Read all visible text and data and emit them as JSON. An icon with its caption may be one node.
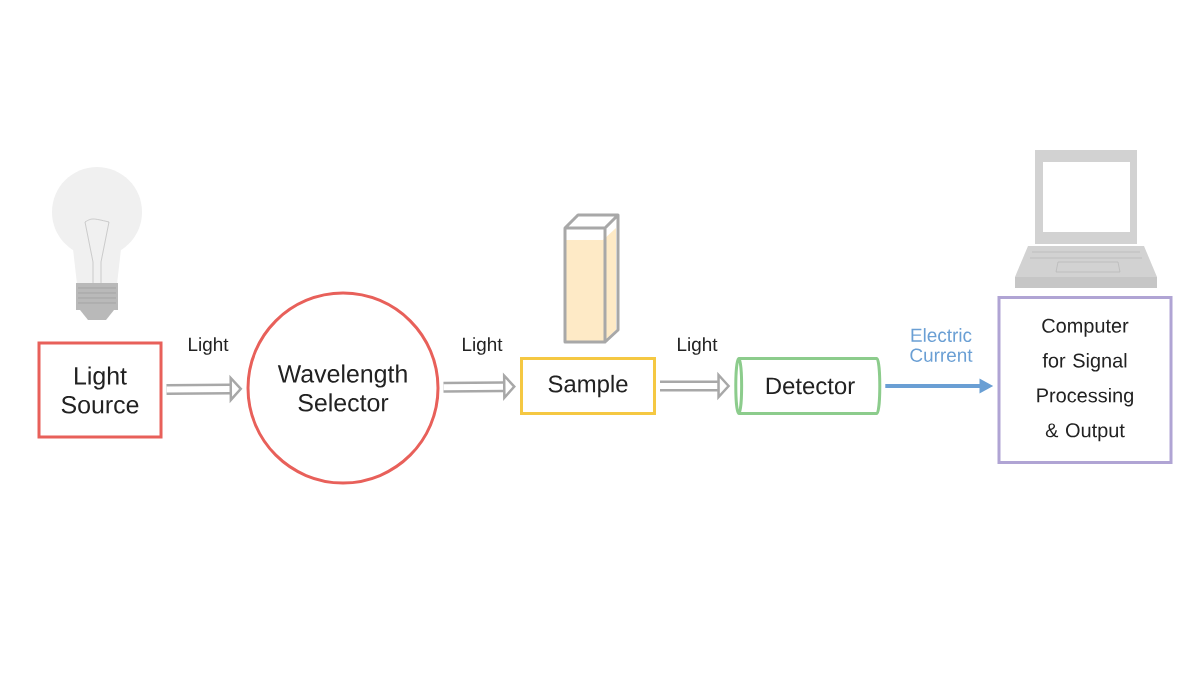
{
  "diagram": {
    "nodes": [
      {
        "text": [
          "Light Source"
        ]
      },
      {
        "text": [
          "Wavelength Selector"
        ]
      },
      {
        "text": [
          "Sample"
        ]
      },
      {
        "text": [
          "Detector"
        ]
      },
      {
        "text": [
          "Computer for Signal Processing & Output"
        ]
      }
    ],
    "edges": [
      {
        "from": 0,
        "to": 1,
        "arrow": "to",
        "label": "Light"
      },
      {
        "from": 1,
        "to": 2,
        "arrow": "to",
        "label": "Light"
      },
      {
        "from": 2,
        "to": 3,
        "arrow": "to",
        "label": "Light"
      },
      {
        "from": 3,
        "to": 4,
        "arrow": "to",
        "label": "Electric Current",
        "color": "#6a9fd4"
      }
    ]
  }
}
